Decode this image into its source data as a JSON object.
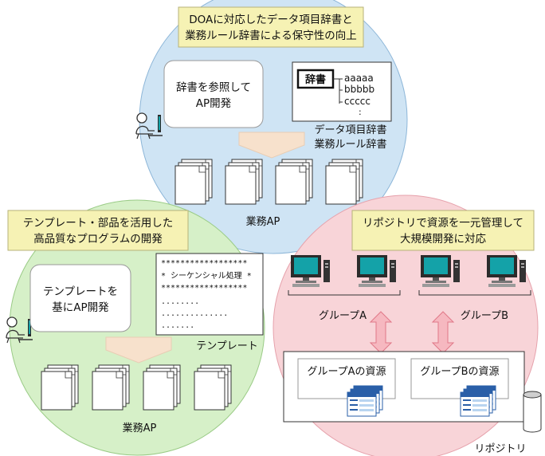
{
  "top": {
    "banner": [
      "DOAに対応したデータ項目辞書と",
      "業務ルール辞書による保守性の向上"
    ],
    "bubble": [
      "辞書を参照して",
      "AP開発"
    ],
    "dict_label": "辞書",
    "dict_items": [
      "aaaaa",
      "bbbbb",
      "ccccc",
      ":"
    ],
    "dict_caption": [
      "データ項目辞書",
      "業務ルール辞書"
    ],
    "docs_label": "業務AP"
  },
  "left": {
    "banner": [
      "テンプレート・部品を活用した",
      "高品質なプログラムの開発"
    ],
    "bubble": [
      "テンプレートを",
      "基にAP開発"
    ],
    "template_lines": [
      "******************",
      "*  シーケンシャル処理  *",
      "******************",
      "........",
      "..............",
      "......."
    ],
    "template_caption": "テンプレート",
    "docs_label": "業務AP"
  },
  "right": {
    "banner": [
      "リポジトリで資源を一元管理して",
      "大規模開発に対応"
    ],
    "group_a": "グループA",
    "group_b": "グループB",
    "resource_a": "グループAの資源",
    "resource_b": "グループBの資源",
    "repo_label": "リポジトリ"
  },
  "colors": {
    "top_circle": "#cfe4f4",
    "left_circle": "#d6f0c8",
    "right_circle": "#f8d4d8",
    "banner_fill": "#f6f2b4",
    "arrow_fill": "#f6b8c0",
    "arrow_stroke": "#e07888",
    "down_arrow": "#f7e1cc"
  },
  "icons": [
    "person-at-desk-icon",
    "document-stack-icon",
    "desktop-computer-icon",
    "database-cylinder-icon",
    "double-arrow-icon"
  ]
}
